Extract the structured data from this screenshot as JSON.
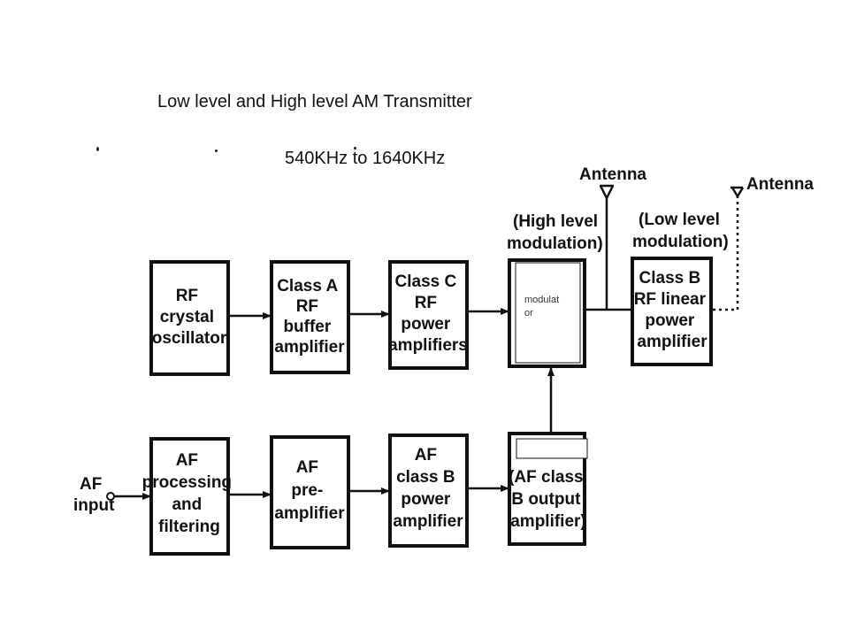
{
  "header": {
    "title": "Low level and High level AM Transmitter",
    "subtitle": "540KHz to 1640KHz"
  },
  "blocks": {
    "rf_osc": [
      "RF",
      "crystal",
      "oscillator"
    ],
    "class_a": [
      "Class A",
      "RF",
      "buffer",
      "amplifier"
    ],
    "class_c": [
      "Class C",
      "RF",
      "power",
      "amplifiers"
    ],
    "modulator": [
      "modulat",
      "or"
    ],
    "class_b_rf": [
      "Class B",
      "RF linear",
      "power",
      "amplifier"
    ],
    "af_proc": [
      "AF",
      "processing",
      "and",
      "filtering"
    ],
    "af_pre": [
      "AF",
      "pre-",
      "amplifier"
    ],
    "af_class_b": [
      "AF",
      "class B",
      "power",
      "amplifier"
    ],
    "af_output": [
      "(AF class",
      "B output",
      "amplifier)"
    ]
  },
  "labels": {
    "high_level": [
      "(High level",
      "modulation)"
    ],
    "low_level": [
      "(Low level",
      "modulation)"
    ],
    "antenna_1": "Antenna",
    "antenna_2": "Antenna",
    "af_input": [
      "AF",
      "input"
    ]
  }
}
